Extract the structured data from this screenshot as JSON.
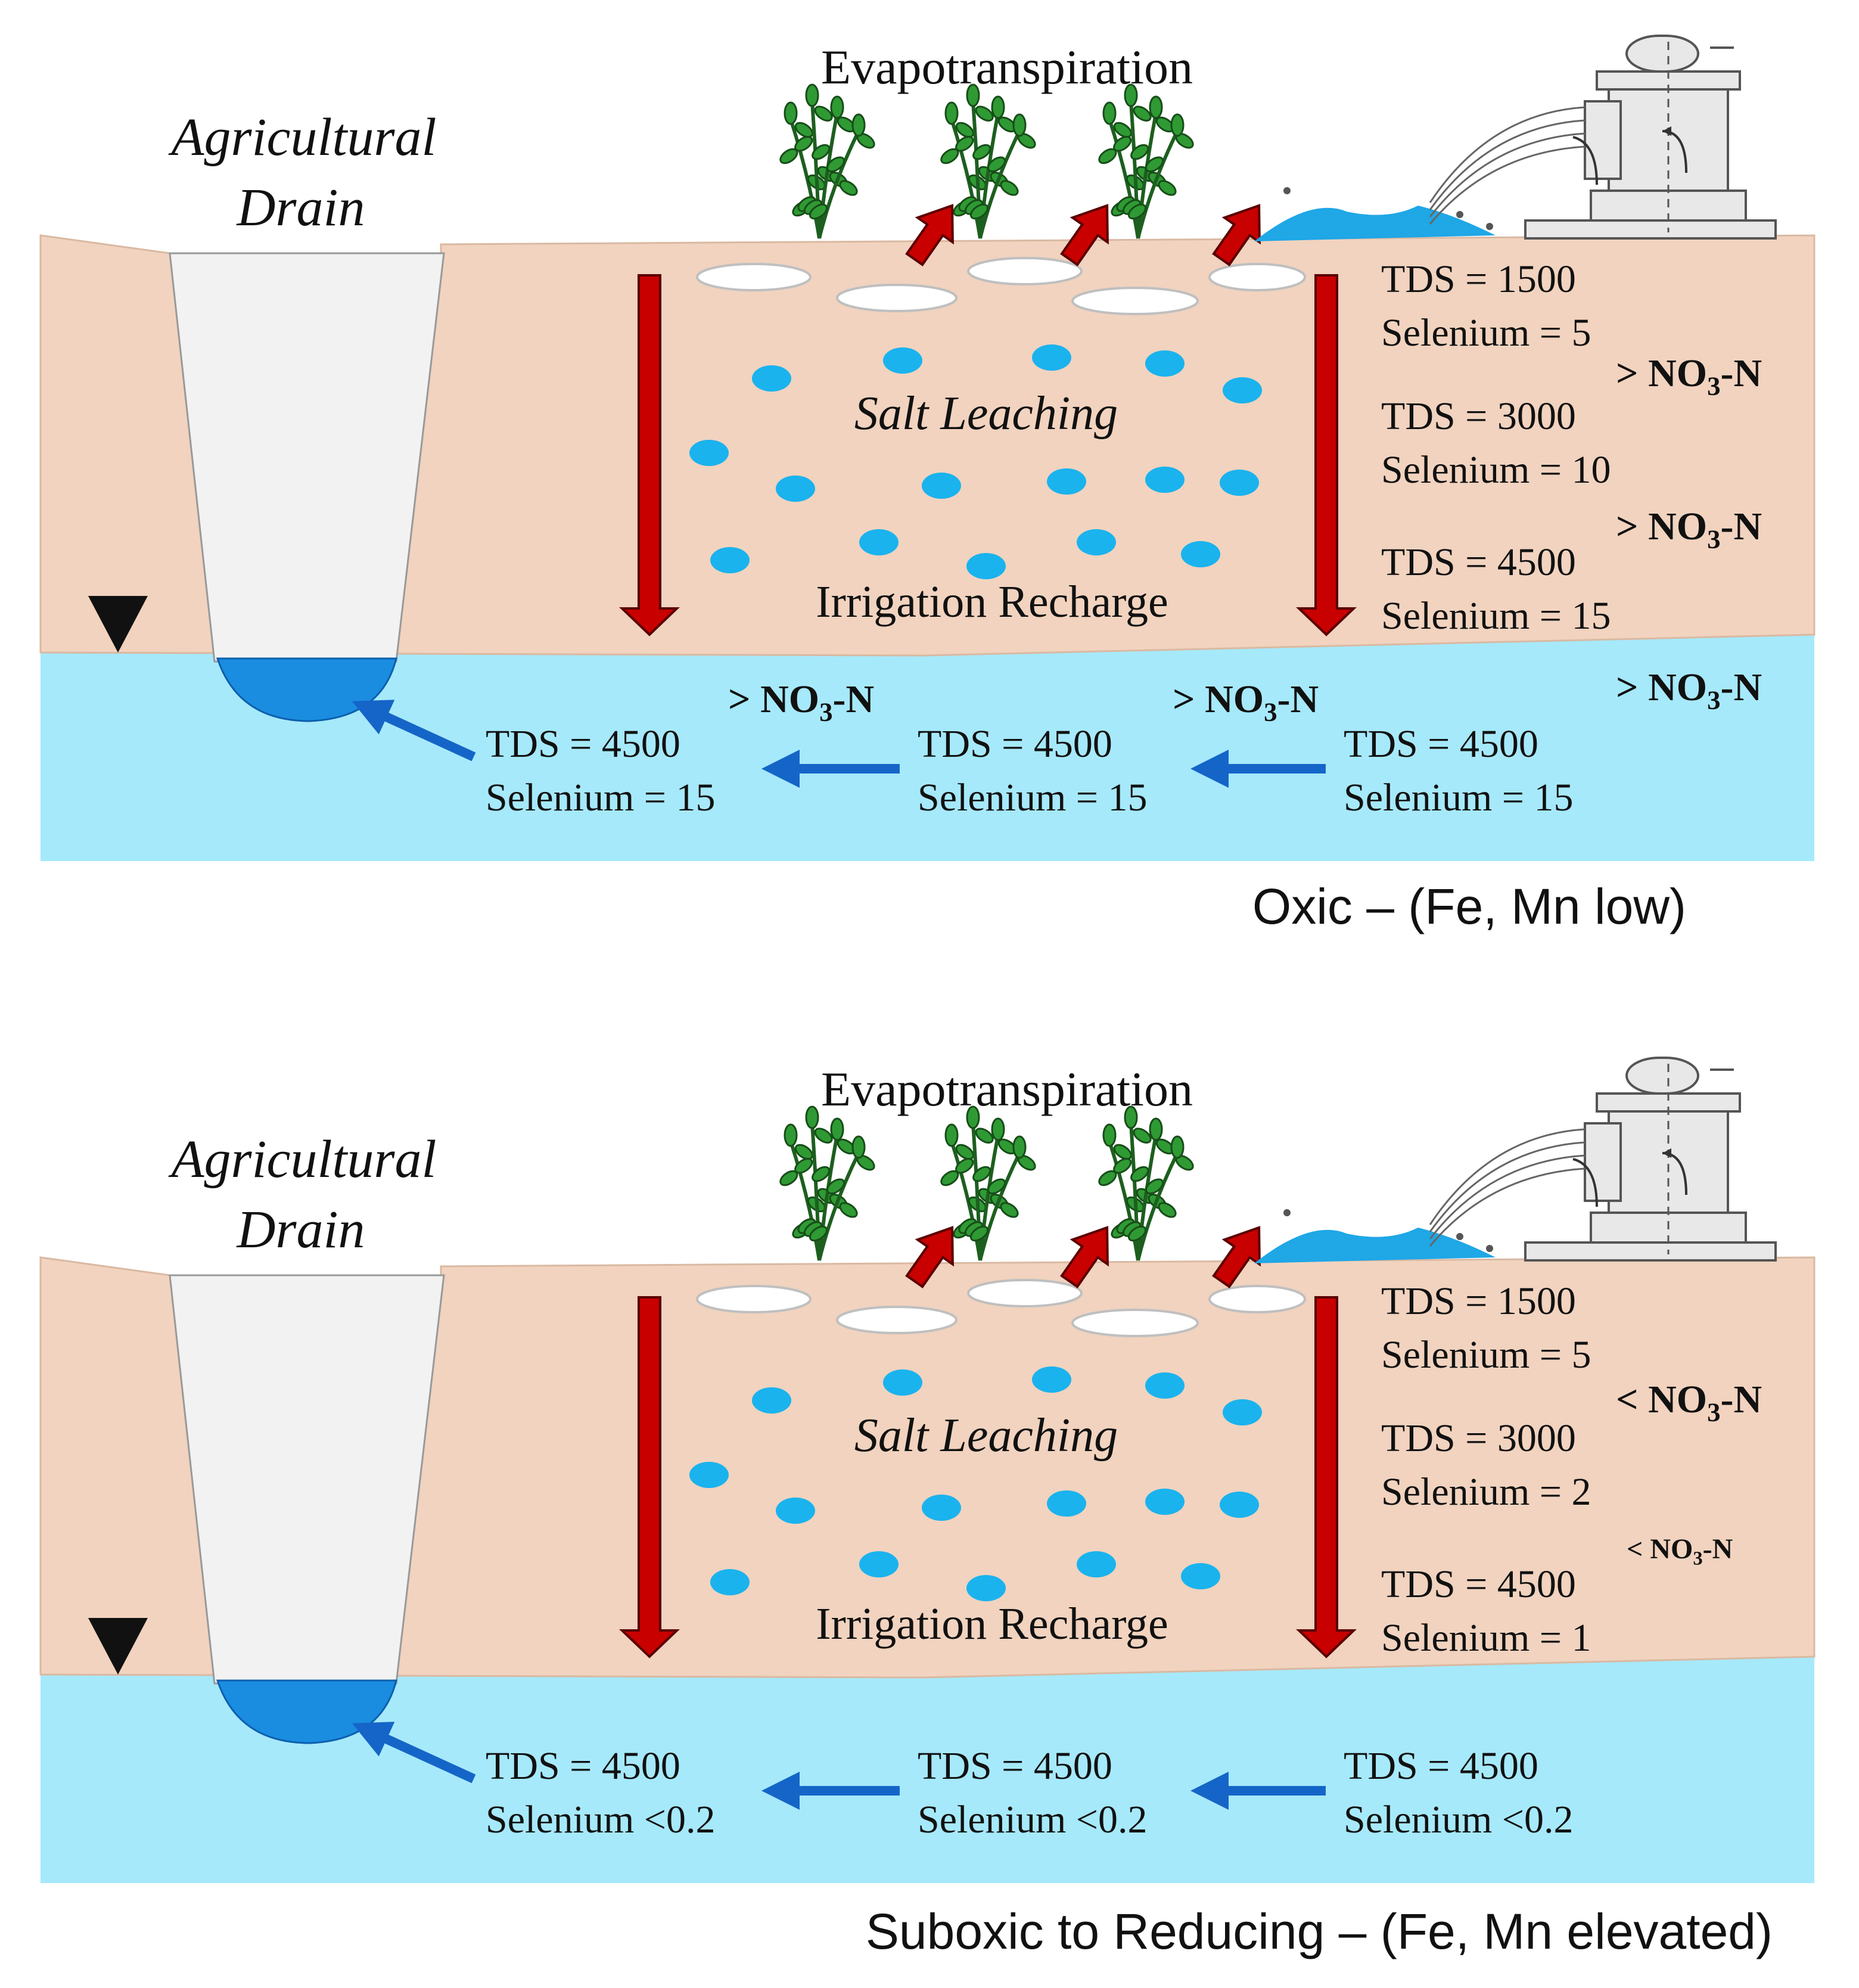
{
  "colors": {
    "soil": "#f1d3bf",
    "soil_edge": "#d9b9a2",
    "groundwater": "#a6e9fb",
    "drain_channel": "#f2f2f2",
    "drain_water": "#1a8de0",
    "recharge_arrow": "#c80000",
    "recharge_arrow_edge": "#5a0000",
    "flow_arrow": "#1565c8",
    "salt_drop": "#1ab3ee",
    "salt_crust": "#ffffff",
    "plant": "#2f9a33",
    "pump": "#e8e8e8",
    "irrigation_water": "#1fa7e6"
  },
  "icons": {
    "water_table": "inverted-triangle-icon",
    "pump": "pump-icon",
    "crops": "plant-icon"
  },
  "panels": [
    {
      "id": "oxic",
      "drain_label_line1": "Agricultural",
      "drain_label_line2": "Drain",
      "evapo_label": "Evapotranspiration",
      "salt_label": "Salt Leaching",
      "recharge_label": "Irrigation Recharge",
      "vadose": [
        {
          "tds": "TDS = 1500",
          "se": "Selenium  = 5"
        },
        {
          "tds": "TDS = 3000",
          "se": "Selenium  = 10"
        },
        {
          "tds": "TDS = 4500",
          "se": "Selenium  = 15"
        }
      ],
      "nitrate_upper": {
        "op": ">",
        "base": "NO",
        "sub": "3",
        "suffix": "-N"
      },
      "nitrate_lower": {
        "op": ">",
        "base": "NO",
        "sub": "3",
        "suffix": "-N"
      },
      "aquifer": [
        {
          "tds": "TDS = 4500",
          "se": "Selenium  = 15"
        },
        {
          "tds": "TDS = 4500",
          "se": "Selenium  = 15"
        },
        {
          "tds": "TDS = 4500",
          "se": "Selenium  = 15"
        }
      ],
      "aquifer_nitrate": [
        {
          "op": ">",
          "base": "NO",
          "sub": "3",
          "suffix": "-N"
        },
        {
          "op": ">",
          "base": "NO",
          "sub": "3",
          "suffix": "-N"
        },
        {
          "op": ">",
          "base": "NO",
          "sub": "3",
          "suffix": "-N"
        }
      ],
      "redox_caption": "Oxic – (Fe, Mn low)"
    },
    {
      "id": "reducing",
      "drain_label_line1": "Agricultural",
      "drain_label_line2": "Drain",
      "evapo_label": "Evapotranspiration",
      "salt_label": "Salt Leaching",
      "recharge_label": "Irrigation Recharge",
      "vadose": [
        {
          "tds": "TDS = 1500",
          "se": "Selenium  = 5"
        },
        {
          "tds": "TDS = 3000",
          "se": "Selenium  = 2"
        },
        {
          "tds": "TDS = 4500",
          "se": "Selenium  = 1"
        }
      ],
      "nitrate_upper": {
        "op": "<",
        "base": "NO",
        "sub": "3",
        "suffix": "-N"
      },
      "nitrate_lower": {
        "op": "<",
        "base": "NO",
        "sub": "3",
        "suffix": "-N"
      },
      "aquifer": [
        {
          "tds": "TDS = 4500",
          "se": "Selenium  <0.2"
        },
        {
          "tds": "TDS = 4500",
          "se": "Selenium  <0.2"
        },
        {
          "tds": "TDS = 4500",
          "se": "Selenium  <0.2"
        }
      ],
      "aquifer_nitrate": [],
      "redox_caption": "Suboxic to Reducing – (Fe, Mn elevated)"
    }
  ]
}
